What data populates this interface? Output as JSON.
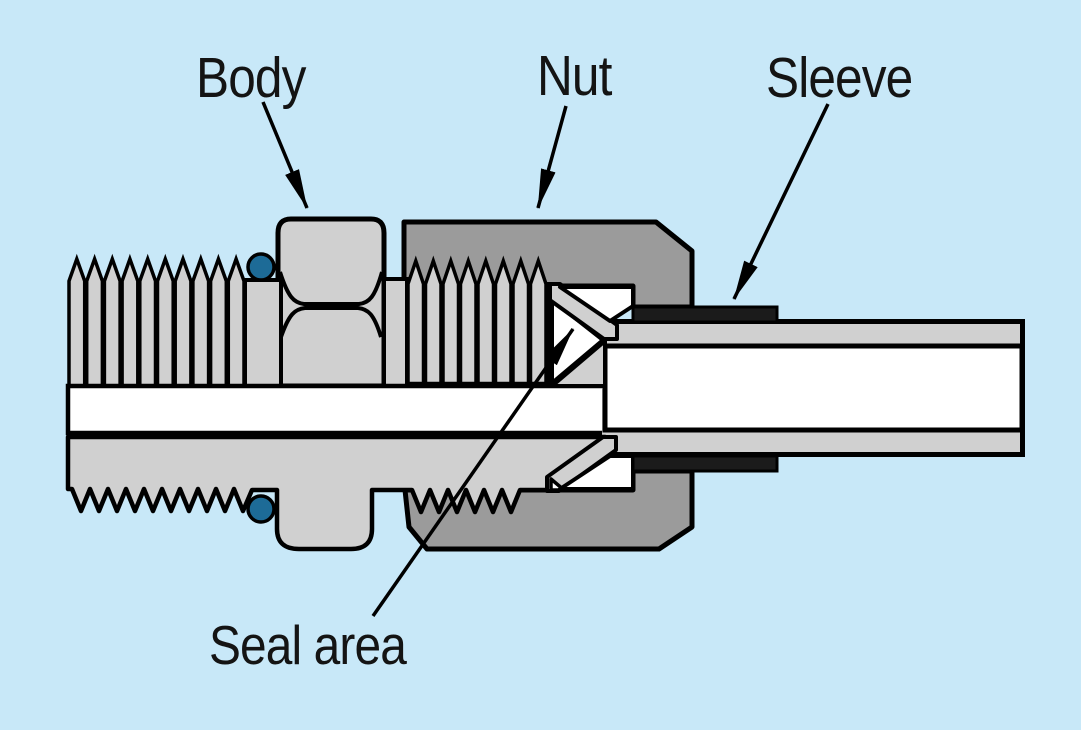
{
  "labels": {
    "body": "Body",
    "nut": "Nut",
    "sleeve": "Sleeve",
    "seal_area": "Seal area"
  },
  "colors": {
    "background": "#c8e8f8",
    "metal_light": "#d0d0d0",
    "metal_dark": "#9b9b9b",
    "outline": "#000000",
    "sleeve_band": "#1b1b1b",
    "oring": "#1d6b97",
    "label_text": "#141414"
  }
}
